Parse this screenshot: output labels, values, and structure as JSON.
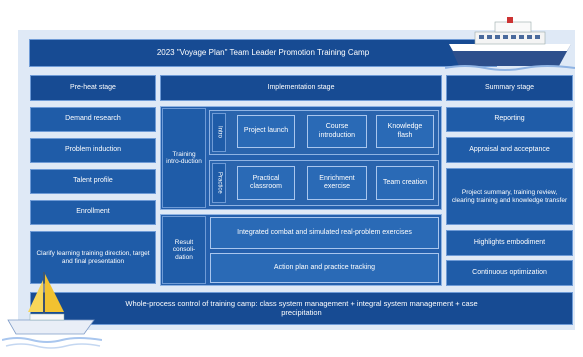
{
  "title": "2023 \"Voyage Plan\" Team Leader Promotion Training Camp",
  "pre": {
    "header": "Pre-heat stage",
    "items": [
      "Demand research",
      "Problem induction",
      "Talent profile",
      "Enrollment"
    ],
    "note": "Clarify learning training direction, target and final presentation"
  },
  "impl": {
    "header": "Implementation stage",
    "training": {
      "label": "Training intro-duction",
      "group1": {
        "label": "Intro",
        "items": [
          "Project launch",
          "Course introduction",
          "Knowledge flash"
        ]
      },
      "group2": {
        "label": "Practice",
        "items": [
          "Practical classroom",
          "Enrichment exercise",
          "Team creation"
        ]
      }
    },
    "result": {
      "label": "Result consoli-dation",
      "rows": [
        "Integrated combat and simulated real-problem exercises",
        "Action plan and practice tracking"
      ]
    }
  },
  "summary": {
    "header": "Summary stage",
    "items": [
      "Reporting",
      "Appraisal and acceptance",
      "Project summary, training review, clearing training and knowledge transfer",
      "Highlights embodiment",
      "Continuous optimization"
    ]
  },
  "footer": "Whole-process control of training camp: class system management + integral system management + case precipitation",
  "colors": {
    "primary": "#1f5ca8",
    "dark": "#174b93",
    "light": "#dfe9f6",
    "border": "#6f9bd6"
  },
  "icons": [
    "ship-illustration",
    "sailboat-illustration"
  ]
}
